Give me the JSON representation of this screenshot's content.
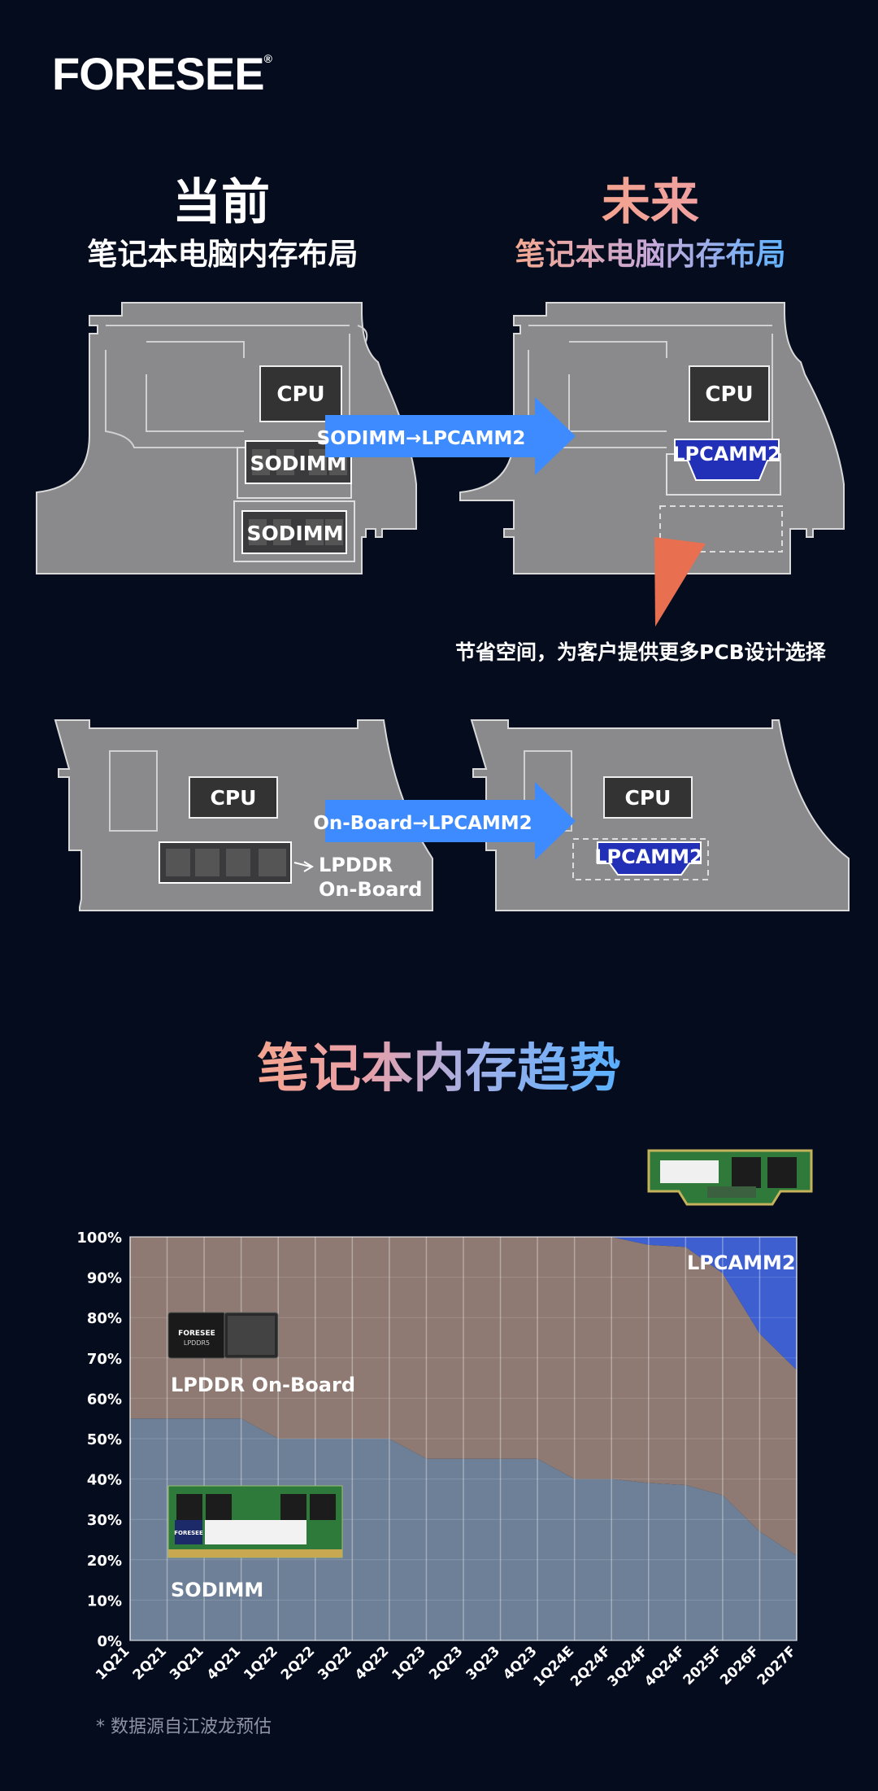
{
  "brand": {
    "name": "FORESEE",
    "mark": "®"
  },
  "left_heading": {
    "title": "当前",
    "subtitle": "笔记本电脑内存布局"
  },
  "right_heading": {
    "title": "未来",
    "subtitle": "笔记本电脑内存布局"
  },
  "diagram1": {
    "cpu_left": "CPU",
    "cpu_right": "CPU",
    "module_a": "SODIMM",
    "module_b": "SODIMM",
    "arrow_label": "SODIMM→LPCAMM2",
    "lpcamm_label": "LPCAMM2",
    "note": "节省空间，为客户提供更多PCB设计选择"
  },
  "diagram2": {
    "cpu_left": "CPU",
    "cpu_right": "CPU",
    "lpddr_line1": "LPDDR",
    "lpddr_line2": "On-Board",
    "arrow_label": "On-Board→LPCAMM2",
    "lpcamm_label": "LPCAMM2"
  },
  "trend_title": "笔记本内存趋势",
  "chart_data": {
    "type": "area",
    "stacked": true,
    "categories": [
      "1Q21",
      "2Q21",
      "3Q21",
      "4Q21",
      "1Q22",
      "2Q22",
      "3Q22",
      "4Q22",
      "1Q23",
      "2Q23",
      "3Q23",
      "4Q23",
      "1Q24E",
      "2Q24F",
      "3Q24F",
      "4Q24F",
      "2025F",
      "2026F",
      "2027F"
    ],
    "series": [
      {
        "name": "SODIMM",
        "color": "#6e8098",
        "values": [
          55,
          55,
          55,
          55,
          50,
          50,
          50,
          50,
          45,
          45,
          45,
          45,
          40,
          40,
          39,
          38.5,
          36,
          27,
          21
        ]
      },
      {
        "name": "LPDDR On-Board",
        "color": "#8e7a72",
        "values": [
          45,
          45,
          45,
          45,
          50,
          50,
          50,
          50,
          55,
          55,
          55,
          55,
          60,
          60,
          59,
          59,
          55,
          49,
          46
        ]
      },
      {
        "name": "LPCAMM2",
        "color": "#3d5fd0",
        "values": [
          0,
          0,
          0,
          0,
          0,
          0,
          0,
          0,
          0,
          0,
          0,
          0,
          0,
          0,
          2,
          2.5,
          9,
          24,
          33
        ]
      }
    ],
    "yticks": [
      "0%",
      "10%",
      "20%",
      "30%",
      "40%",
      "50%",
      "60%",
      "70%",
      "80%",
      "90%",
      "100%"
    ],
    "ylim": [
      0,
      100
    ],
    "grid": true
  },
  "product_labels": {
    "lpddr_chip_top": "FORESEE",
    "lpddr_chip_bottom": "LPDDR5",
    "sodimm_stick": "FORESEE"
  },
  "footnote": "* 数据源自江波龙预估"
}
